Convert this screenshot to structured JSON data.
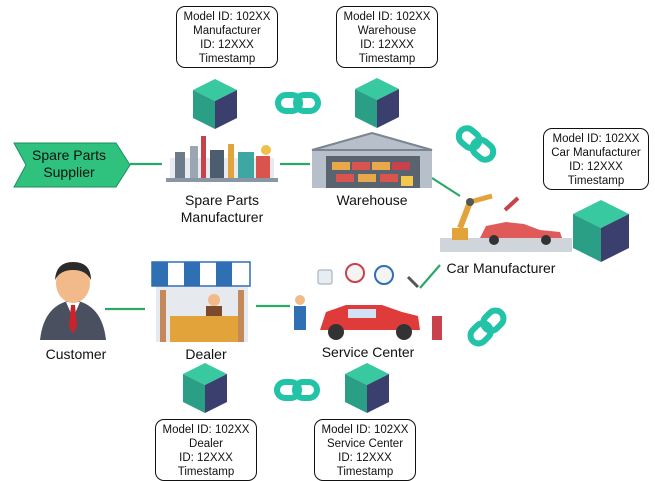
{
  "nodes": {
    "supplier": "Spare Parts\nSupplier",
    "spare_parts_manufacturer": "Spare Parts\nManufacturer",
    "warehouse": "Warehouse",
    "car_manufacturer": "Car Manufacturer",
    "customer": "Customer",
    "dealer": "Dealer",
    "service_center": "Service Center"
  },
  "blocks": {
    "manufacturer": [
      "Model ID: 102XX",
      "Manufacturer",
      "ID: 12XXX",
      "Timestamp"
    ],
    "warehouse": [
      "Model ID: 102XX",
      "Warehouse",
      "ID: 12XXX",
      "Timestamp"
    ],
    "car_manufacturer": [
      "Model ID: 102XX",
      "Car Manufacturer",
      "ID: 12XXX",
      "Timestamp"
    ],
    "dealer": [
      "Model ID: 102XX",
      "Dealer",
      "ID: 12XXX",
      "Timestamp"
    ],
    "service_center": [
      "Model ID: 102XX",
      "Service Center",
      "ID: 12XXX",
      "Timestamp"
    ]
  },
  "colors": {
    "connector": "#2aa86a",
    "supplier_fill": "#2ec27e",
    "cube_top": "#39c9a0",
    "cube_left": "#2b9e86",
    "cube_right": "#3b3f6e",
    "chain": "#22c3a6"
  }
}
